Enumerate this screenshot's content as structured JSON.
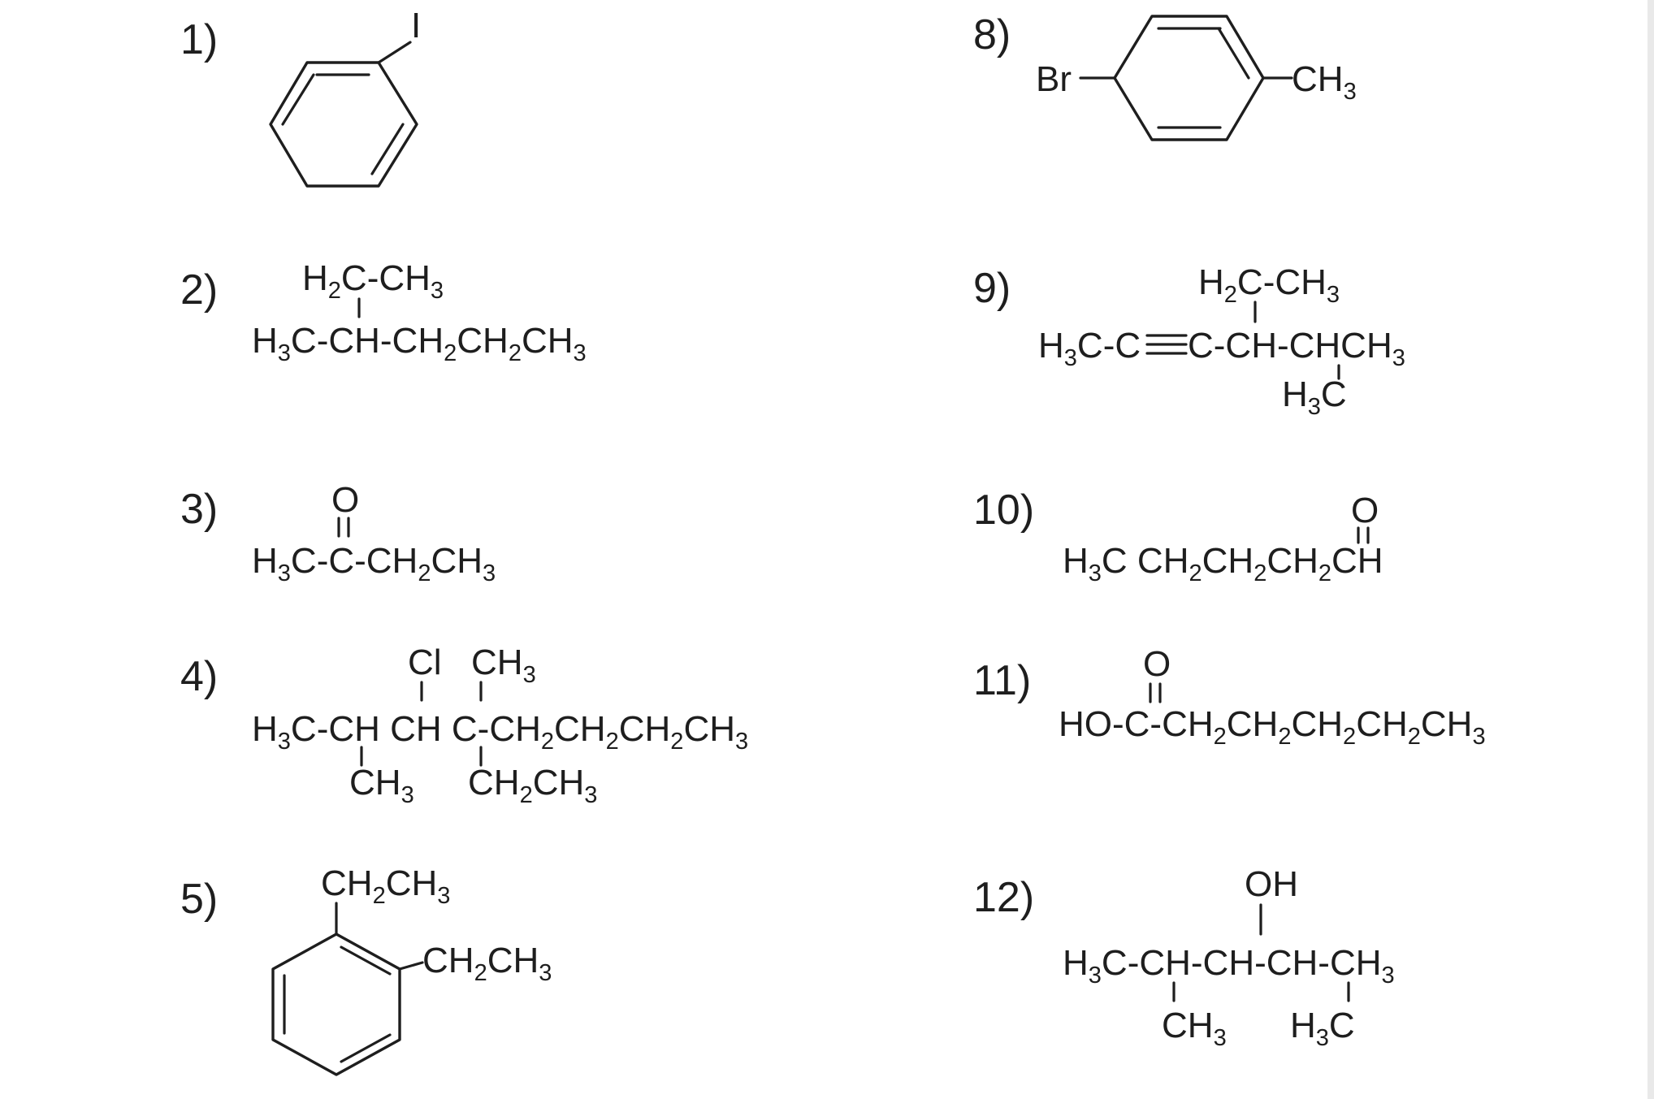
{
  "items": [
    {
      "n": "1)",
      "atoms": {
        "i": "I"
      }
    },
    {
      "n": "2)",
      "l1": [
        "H",
        "2",
        "C-CH",
        "3"
      ],
      "l2": [
        "H",
        "3",
        "C-CH-CH",
        "2",
        "CH",
        "2",
        "CH",
        "3"
      ]
    },
    {
      "n": "3)",
      "o": "O",
      "l1": [
        "H",
        "3",
        "C-C-CH",
        "2",
        "CH",
        "3"
      ]
    },
    {
      "n": "4)",
      "top": [
        "Cl",
        "CH",
        "3"
      ],
      "l1": [
        "H",
        "3",
        "C-CH CH C-CH",
        "2",
        "CH",
        "2",
        "CH",
        "2",
        "CH",
        "3"
      ],
      "bottom": [
        "CH",
        "3",
        "CH",
        "2",
        "CH",
        "3"
      ]
    },
    {
      "n": "5)",
      "s1": [
        "CH",
        "2",
        "CH",
        "3"
      ],
      "s2": [
        "CH",
        "2",
        "CH",
        "3"
      ]
    },
    {
      "n": "8)",
      "br": "Br",
      "me": [
        "CH",
        "3"
      ]
    },
    {
      "n": "9)",
      "top": [
        "H",
        "2",
        "C-CH",
        "3"
      ],
      "l1a": [
        "H",
        "3",
        "C-C"
      ],
      "l1b": [
        "C-CH-CHCH",
        "3"
      ],
      "bottom": [
        "H",
        "3",
        "C"
      ]
    },
    {
      "n": "10)",
      "o": "O",
      "l1": [
        "H",
        "3",
        "C CH",
        "2",
        "CH",
        "2",
        "CH",
        "2",
        "CH"
      ]
    },
    {
      "n": "11)",
      "o": "O",
      "l1": [
        "HO-C-CH",
        "2",
        "CH",
        "2",
        "CH",
        "2",
        "CH",
        "2",
        "CH",
        "3"
      ]
    },
    {
      "n": "12)",
      "oh": "OH",
      "l1": [
        "H",
        "3",
        "C-CH-CH-CH-CH",
        "3"
      ],
      "b1": [
        "CH",
        "3"
      ],
      "b2": [
        "H",
        "3",
        "C"
      ]
    }
  ]
}
